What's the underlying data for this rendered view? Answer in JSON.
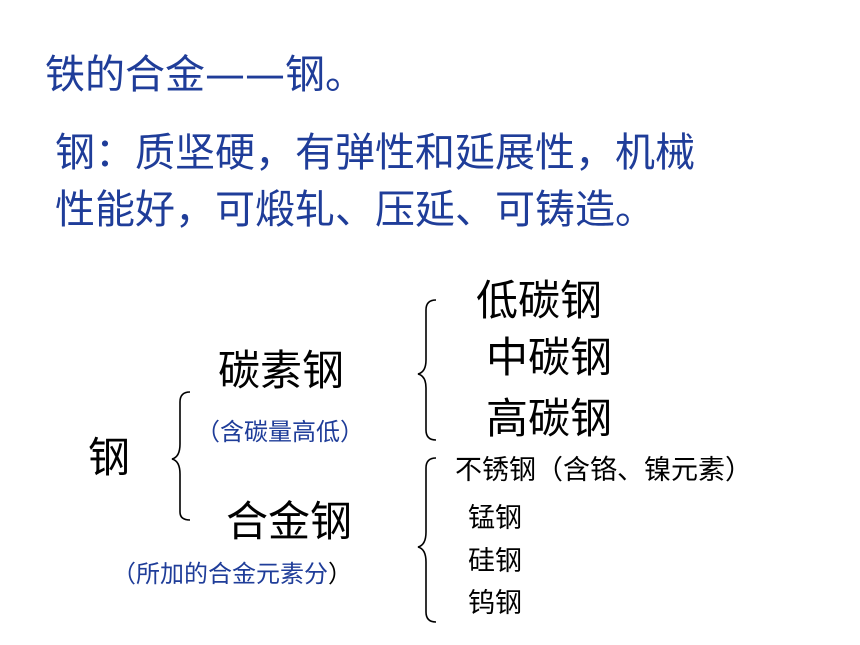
{
  "heading": "铁的合金——钢。",
  "description": {
    "line1": "钢：质坚硬，有弹性和延展性，机械",
    "line2": "性能好，可煅轧、压延、可铸造。"
  },
  "tree": {
    "root": "钢",
    "carbon_steel": {
      "label": "碳素钢",
      "basis": "（含碳量高低）",
      "types": [
        "低碳钢",
        "中碳钢",
        "高碳钢"
      ]
    },
    "alloy_steel": {
      "label": "合金钢",
      "basis": "（所加的合金元素分",
      "basis_close": "）",
      "types": [
        "不锈钢（含铬、镍元素）",
        "锰钢",
        "硅钢",
        "钨钢"
      ]
    }
  },
  "colors": {
    "text_blue": "#1f3d99",
    "text_black": "#000000",
    "background": "#ffffff"
  }
}
